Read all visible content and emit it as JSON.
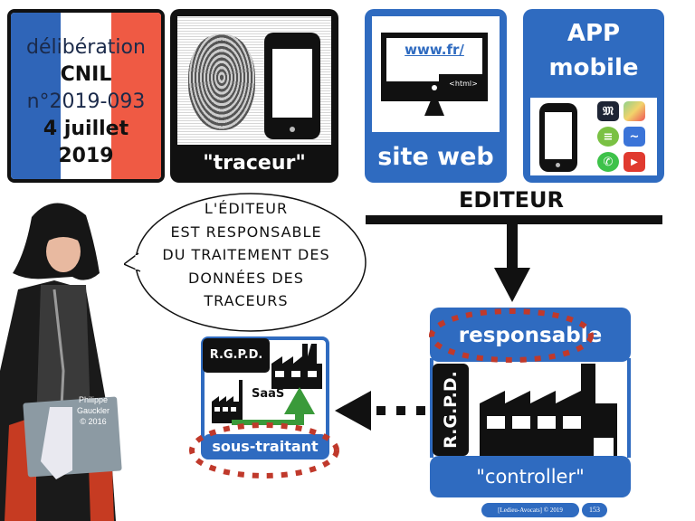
{
  "colors": {
    "blue": "#2f6bc0",
    "flag_blue": "#2f65b8",
    "flag_white": "#ffffff",
    "flag_red": "#ef5a44",
    "dotted_red": "#c0392b",
    "green": "#3a9a3a",
    "black": "#111111"
  },
  "flag_card": {
    "line1": "délibération",
    "line2": "CNIL",
    "line3": "n°2019-093",
    "line4": "4 juillet",
    "line5": "2019"
  },
  "traceur_card": {
    "label": "\"traceur\"",
    "icons": [
      "fingerprint-icon",
      "smartphone-icon"
    ]
  },
  "site_web_card": {
    "url": "www.fr/",
    "code_tag": "<html>",
    "label": "site web"
  },
  "app_card": {
    "title_line1": "APP",
    "title_line2": "mobile",
    "app_icons": [
      "le-monde-icon",
      "google-maps-icon",
      "spotify-icon",
      "messenger-icon",
      "whatsapp-icon",
      "youtube-icon"
    ],
    "le_monde_glyph": "𝔐"
  },
  "editeur": {
    "label": "EDITEUR"
  },
  "speech_bubble": {
    "lines": [
      "L'ÉDITEUR",
      "EST RESPONSABLE",
      "DU TRAITEMENT DES",
      "DONNÉES DES",
      "TRACEURS"
    ]
  },
  "character": {
    "credit_line1": "Philippe",
    "credit_line2": "Gauckler",
    "credit_line3": "© 2016"
  },
  "responsable_block": {
    "title": "responsable",
    "rgpd": "R.G.P.D.",
    "subtitle": "\"controller\""
  },
  "sous_traitant_block": {
    "rgpd": "R.G.P.D.",
    "saas": "SaaS",
    "label": "sous-traitant"
  },
  "footer": {
    "copyright": "[Ledieu-Avocats] © 2019",
    "page": "153"
  }
}
